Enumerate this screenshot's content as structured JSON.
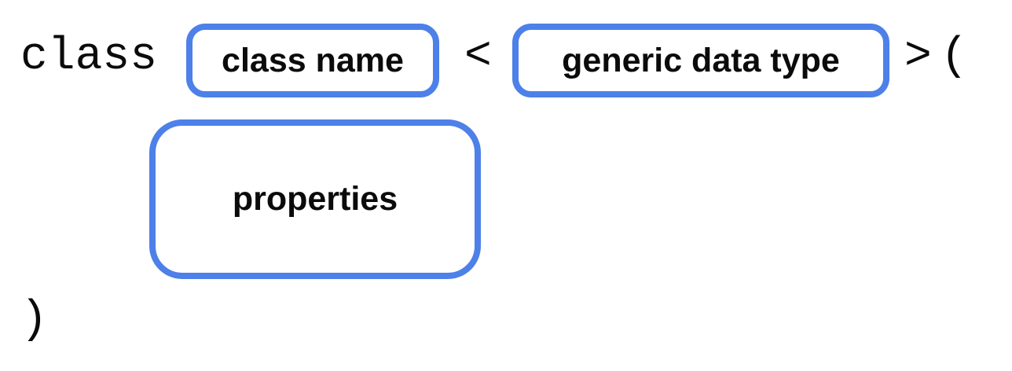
{
  "diagram": {
    "description": "Generic class declaration syntax diagram",
    "colors": {
      "background": "#ffffff",
      "box_border": "#4d80e8",
      "text": "#0b0b0b"
    },
    "keyword": "class",
    "symbols": {
      "open_angle": "<",
      "close_angle": ">",
      "open_paren": "(",
      "close_paren": ")"
    },
    "boxes": {
      "class_name": {
        "label": "class name"
      },
      "generic_type": {
        "label": "generic data type"
      },
      "properties": {
        "label": "properties"
      }
    }
  }
}
